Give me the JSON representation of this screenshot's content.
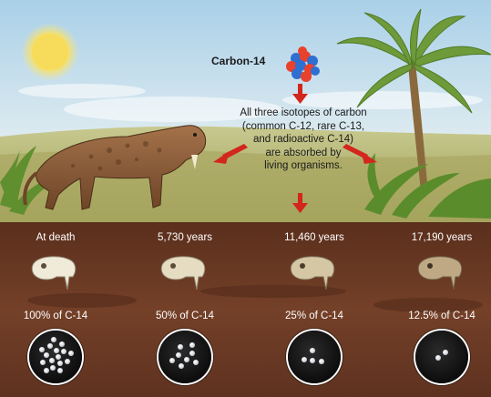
{
  "isotope": {
    "label": "Carbon-14",
    "icon": "atom-nucleus-icon",
    "caption_lines": [
      "All three isotopes of carbon",
      "(common C-12, rare C-13,",
      "and radioactive C-14)",
      "are absorbed by",
      "living organisms."
    ]
  },
  "stages": [
    {
      "time": "At death",
      "percent": "100% of C-14",
      "fraction_remaining": 1.0
    },
    {
      "time": "5,730 years",
      "percent": "50% of C-14",
      "fraction_remaining": 0.5
    },
    {
      "time": "11,460 years",
      "percent": "25% of C-14",
      "fraction_remaining": 0.25
    },
    {
      "time": "17,190 years",
      "percent": "12.5% of C-14",
      "fraction_remaining": 0.125
    }
  ],
  "colors": {
    "sky_top": "#a8cfe6",
    "sky_bottom": "#dceaf0",
    "soil": "#6b3a24",
    "arrow": "#d3261d",
    "nucleus_proton": "#e8412c",
    "nucleus_neutron": "#2f6fd1"
  }
}
